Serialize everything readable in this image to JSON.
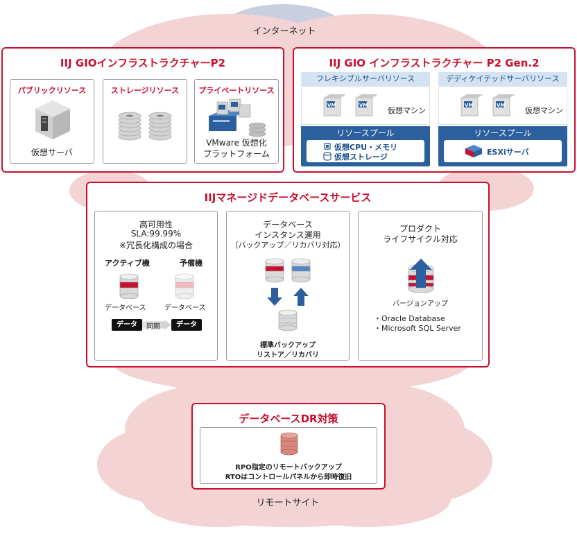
{
  "cloud_top": {
    "label": "インターネット"
  },
  "p2": {
    "title": "IIJ GIOインフラストラクチャーP2",
    "public": {
      "title": "パブリックリソース",
      "caption": "仮想サーバ"
    },
    "storage": {
      "title": "ストレージリソース"
    },
    "private": {
      "title": "プライベートリソース",
      "caption_line1": "VMware 仮想化",
      "caption_line2": "プラットフォーム"
    }
  },
  "gen2": {
    "title": "IIJ GIO インフラストラクチャー P2 Gen.2",
    "flexible": {
      "title": "フレキシブルサーバリソース",
      "vm_label": "仮想マシン",
      "vm_badge": "VM"
    },
    "dedicated": {
      "title": "デディケイテッドサーバリソース",
      "vm_label": "仮想マシン",
      "vm_badge": "VM"
    },
    "pool_left": {
      "title": "リソースプール",
      "item1": "仮想CPU・メモリ",
      "item2": "仮想ストレージ"
    },
    "pool_right": {
      "title": "リソースプール",
      "item1": "ESXiサーバ"
    }
  },
  "managed": {
    "title": "IIJマネージドデータベースサービス",
    "ha": {
      "line1": "高可用性",
      "line2": "SLA:99.99%",
      "line3": "※冗長化構成の場合",
      "active": "アクティブ機",
      "standby": "予備機",
      "db_left": "データベース",
      "db_right": "データベース",
      "tag_left": "データ",
      "sync": "同期",
      "tag_right": "データ"
    },
    "ops": {
      "line1": "データベース",
      "line2": "インスタンス運用",
      "line3": "（バックアップ／リカバリ対応）",
      "bottom1": "標準バックアップ",
      "bottom2": "リストア／リカバリ"
    },
    "lifecycle": {
      "line1": "プロダクト",
      "line2": "ライフサイクル対応",
      "caption": "バージョンアップ",
      "item1": "・Oracle Database",
      "item2": "・Microsoft SQL Server"
    }
  },
  "dr": {
    "title": "データベースDR対策",
    "line1": "RPO指定のリモートバックアップ",
    "line2": "RTOはコントロールパネルから即時復旧",
    "site": "リモートサイト"
  },
  "colors": {
    "accent_red": "#c8102e",
    "blue": "#2b5f9e",
    "blue_light": "#d4e3f1",
    "cloud_pink": "#f3d3d3",
    "cloud_blue": "#c9cfe0"
  }
}
